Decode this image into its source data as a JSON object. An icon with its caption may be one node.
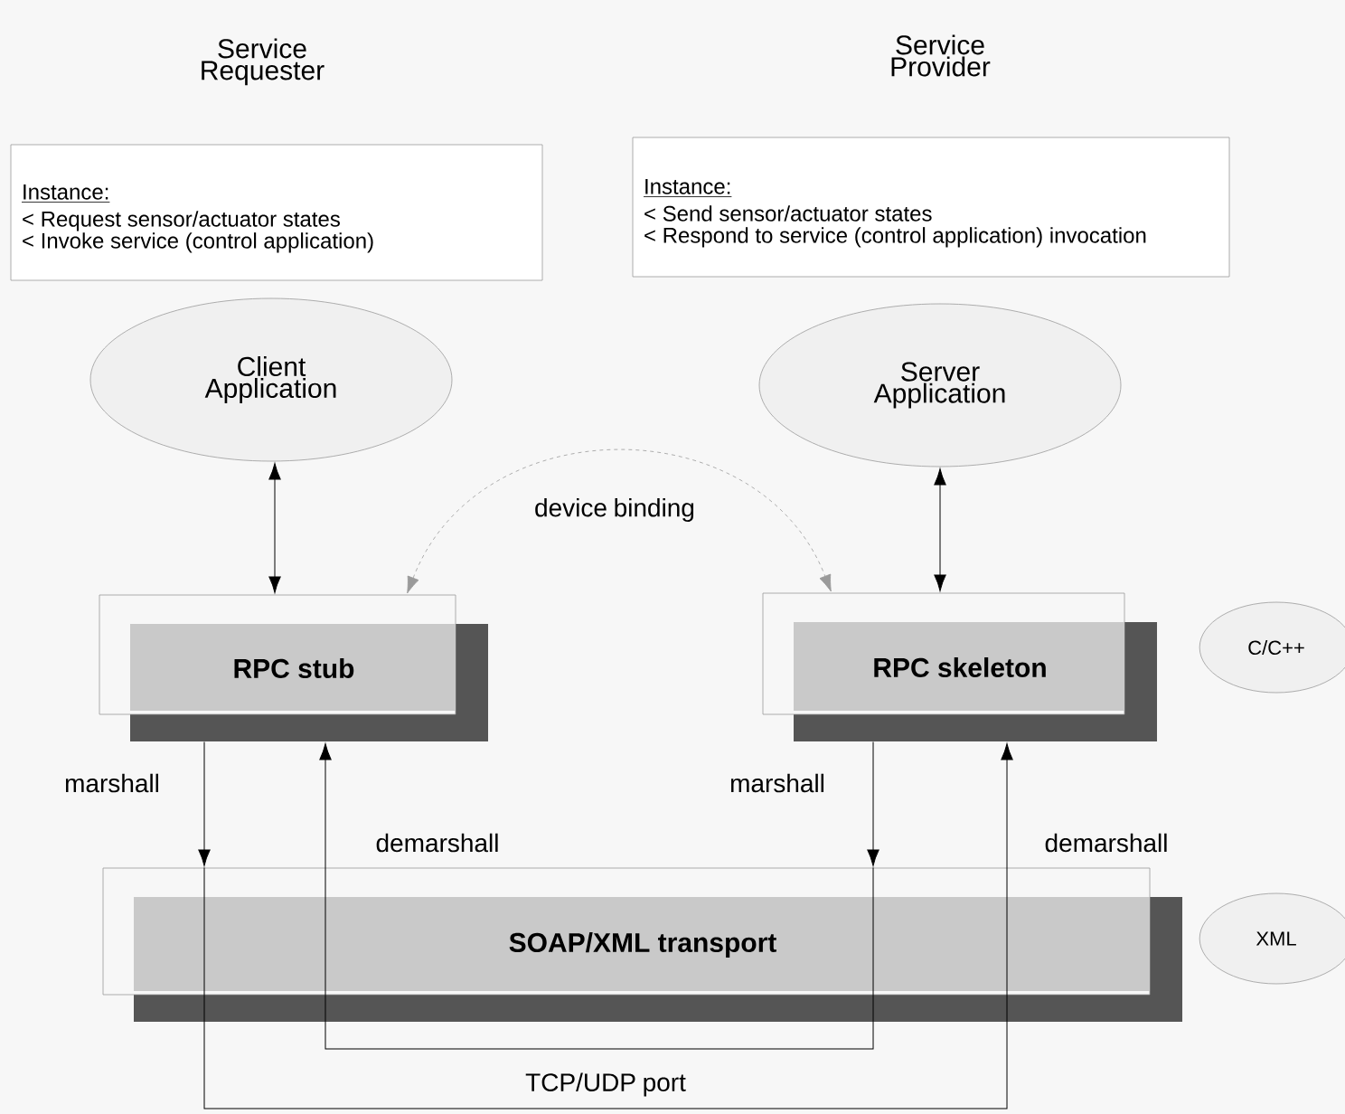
{
  "diagram": {
    "nodes": [
      {
        "text": [
          "Instance:",
          "< Request sensor/actuator states",
          "< Invoke service (control application)"
        ]
      },
      {
        "text": [
          "Instance:",
          "< Send sensor/actuator states",
          "< Respond to service (control application) invocation"
        ]
      },
      {
        "text": [
          "Client Application"
        ]
      },
      {
        "text": [
          "Server Application"
        ]
      },
      {
        "text": [
          "RPC stub"
        ]
      },
      {
        "text": [
          "RPC skeleton"
        ]
      },
      {
        "text": [
          "C/C++"
        ]
      },
      {
        "text": [
          "SOAP/XML transport"
        ]
      },
      {
        "text": [
          "XML"
        ]
      }
    ],
    "edges": [
      {
        "from": 2,
        "to": 4,
        "arrow": "both"
      },
      {
        "from": 3,
        "to": 5,
        "arrow": "both"
      },
      {
        "from": 4,
        "to": 5,
        "arrow": "both",
        "label": "device binding",
        "style": "dashed",
        "color": "#9a9a9a"
      },
      {
        "from": 4,
        "to": 7,
        "arrow": "to",
        "label": "marshall"
      },
      {
        "from": 5,
        "to": 7,
        "arrow": "to",
        "label": "marshall"
      },
      {
        "from": 7,
        "to": 4,
        "arrow": "to",
        "label": "demarshall"
      },
      {
        "from": 7,
        "to": 5,
        "arrow": "to",
        "label": "demarshall"
      }
    ],
    "labels": [
      "Service Requester",
      "Service Provider",
      "TCP/UDP port"
    ]
  }
}
